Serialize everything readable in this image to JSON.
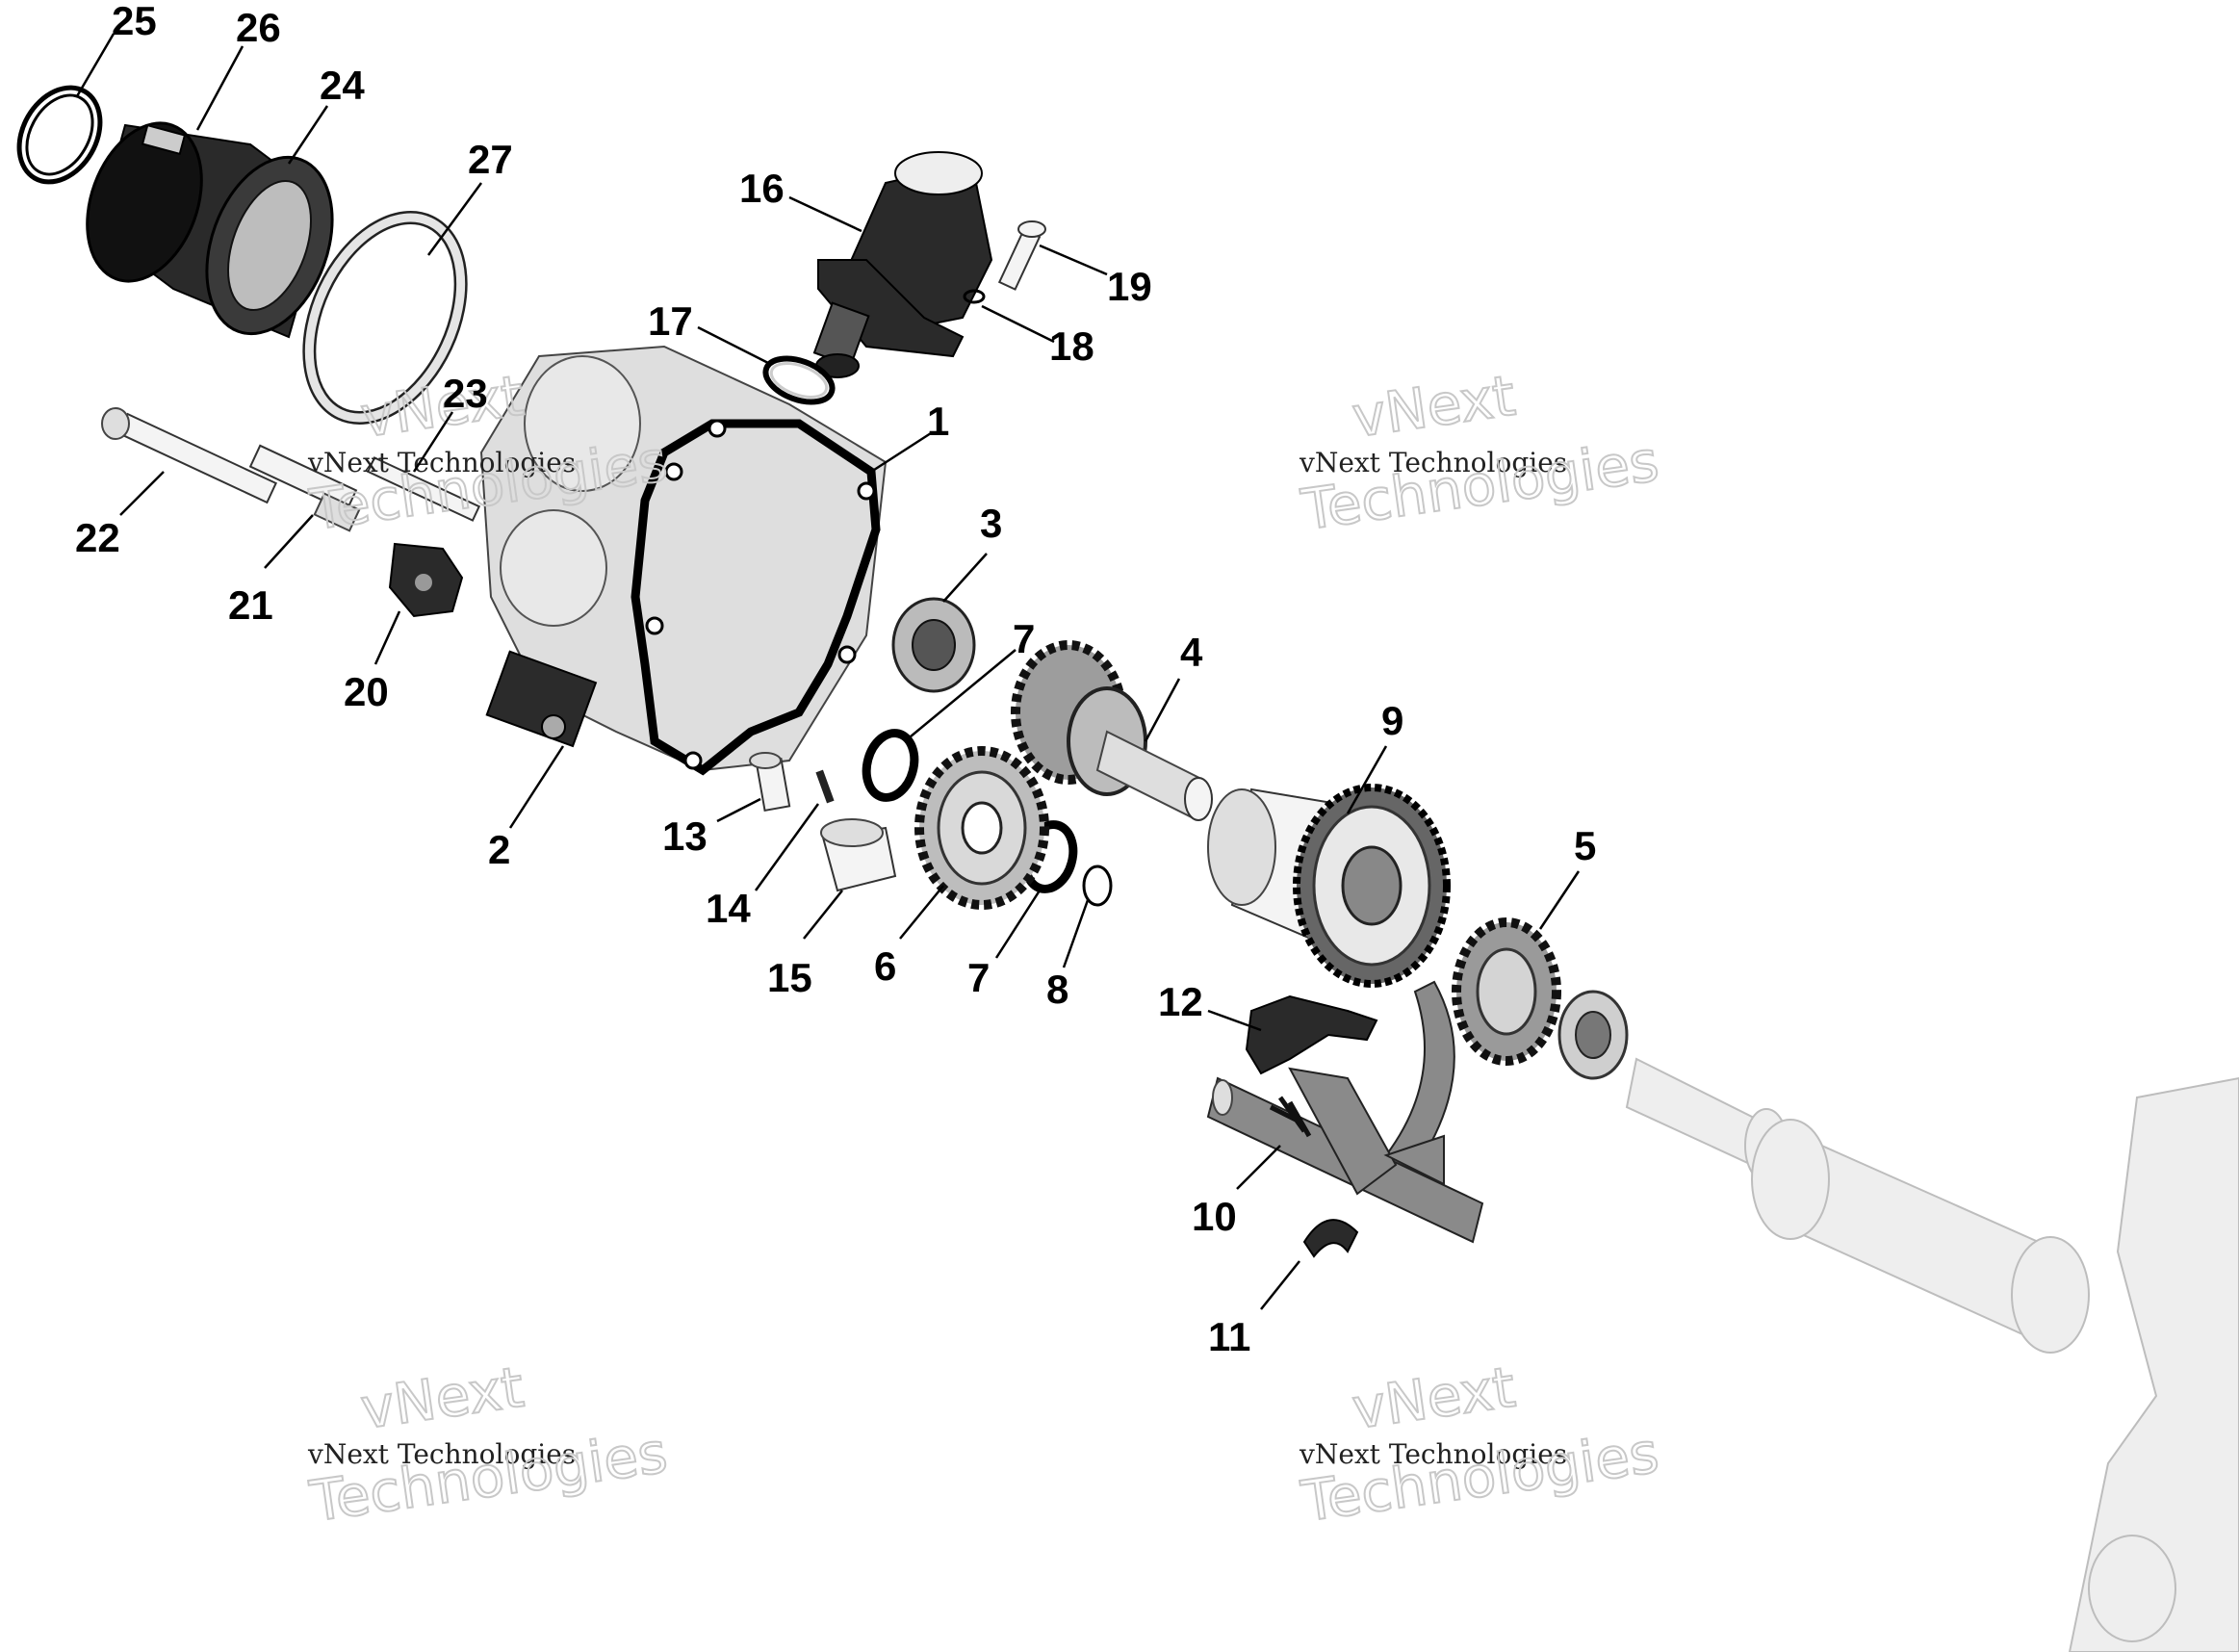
{
  "diagram": {
    "callouts": [
      "1",
      "2",
      "3",
      "4",
      "5",
      "6",
      "7",
      "7",
      "8",
      "9",
      "10",
      "11",
      "12",
      "13",
      "14",
      "15",
      "16",
      "17",
      "18",
      "19",
      "20",
      "21",
      "22",
      "23",
      "24",
      "25",
      "26",
      "27"
    ],
    "watermarks": [
      {
        "line1": "vNext",
        "line2": "vNext Technologies",
        "line3": "Technologies"
      },
      {
        "line1": "vNext",
        "line2": "vNext Technologies",
        "line3": "Technologies"
      },
      {
        "line1": "vNext",
        "line2": "vNext Technologies",
        "line3": "Technologies"
      },
      {
        "line1": "vNext",
        "line2": "vNext Technologies",
        "line3": "Technologies"
      }
    ]
  }
}
